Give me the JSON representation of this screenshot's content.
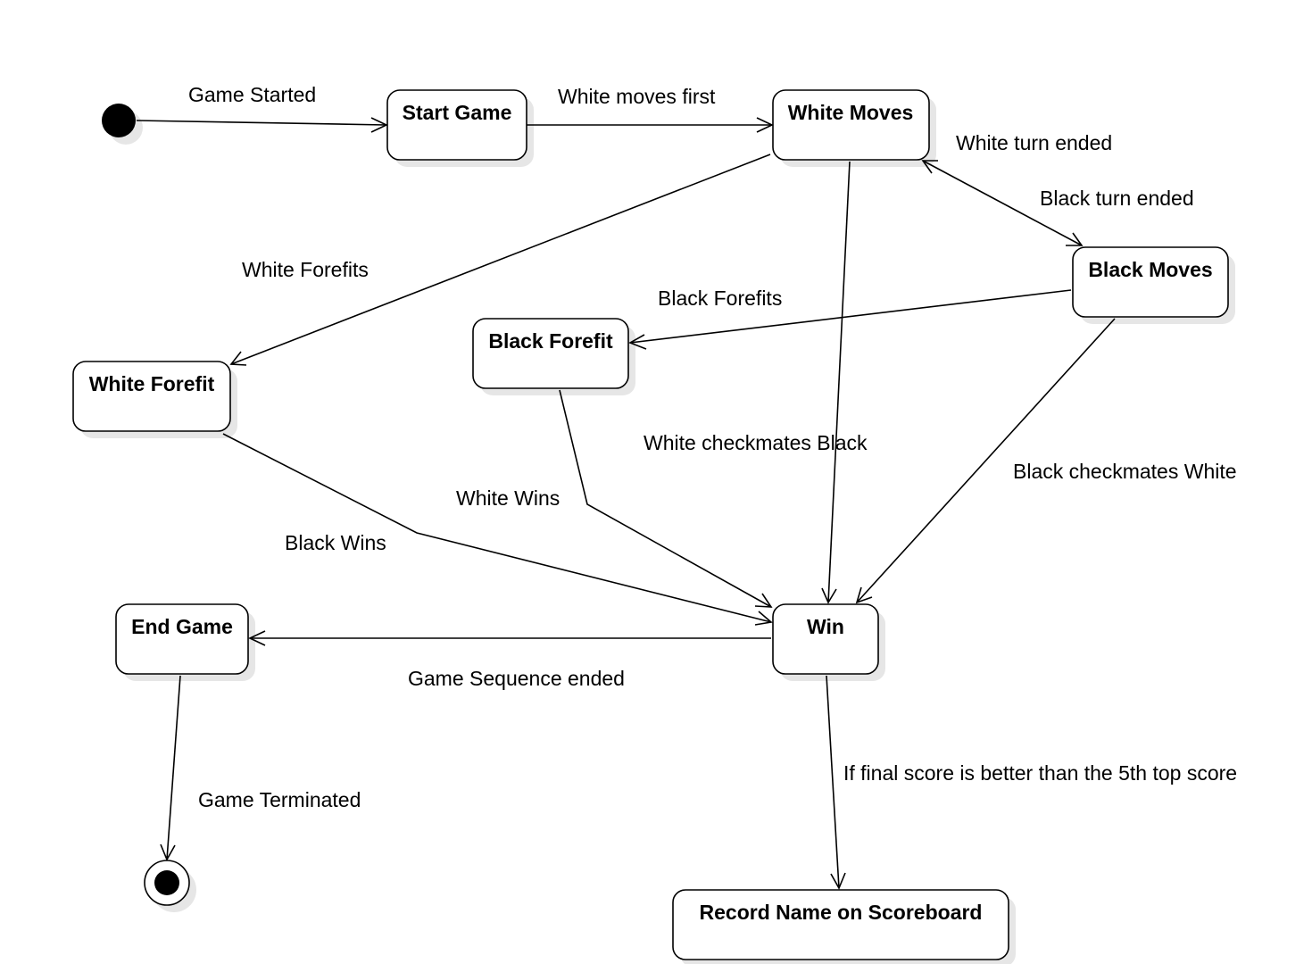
{
  "states": {
    "start_game": "Start Game",
    "white_moves": "White Moves",
    "black_moves": "Black Moves",
    "black_forefit": "Black Forefit",
    "white_forefit": "White Forefit",
    "win": "Win",
    "end_game": "End Game",
    "record_name": "Record Name on Scoreboard"
  },
  "transitions": {
    "game_started": "Game Started",
    "white_moves_first": "White moves first",
    "white_turn_ended": "White turn ended",
    "black_turn_ended": "Black turn ended",
    "white_forefits": "White Forefits",
    "black_forefits": "Black Forefits",
    "white_checkmates_black": "White checkmates Black",
    "black_checkmates_white": "Black checkmates White",
    "white_wins": "White Wins",
    "black_wins": "Black Wins",
    "game_sequence_ended": "Game Sequence ended",
    "final_score_condition": "If final score is better than the 5th top score",
    "game_terminated": "Game Terminated"
  }
}
